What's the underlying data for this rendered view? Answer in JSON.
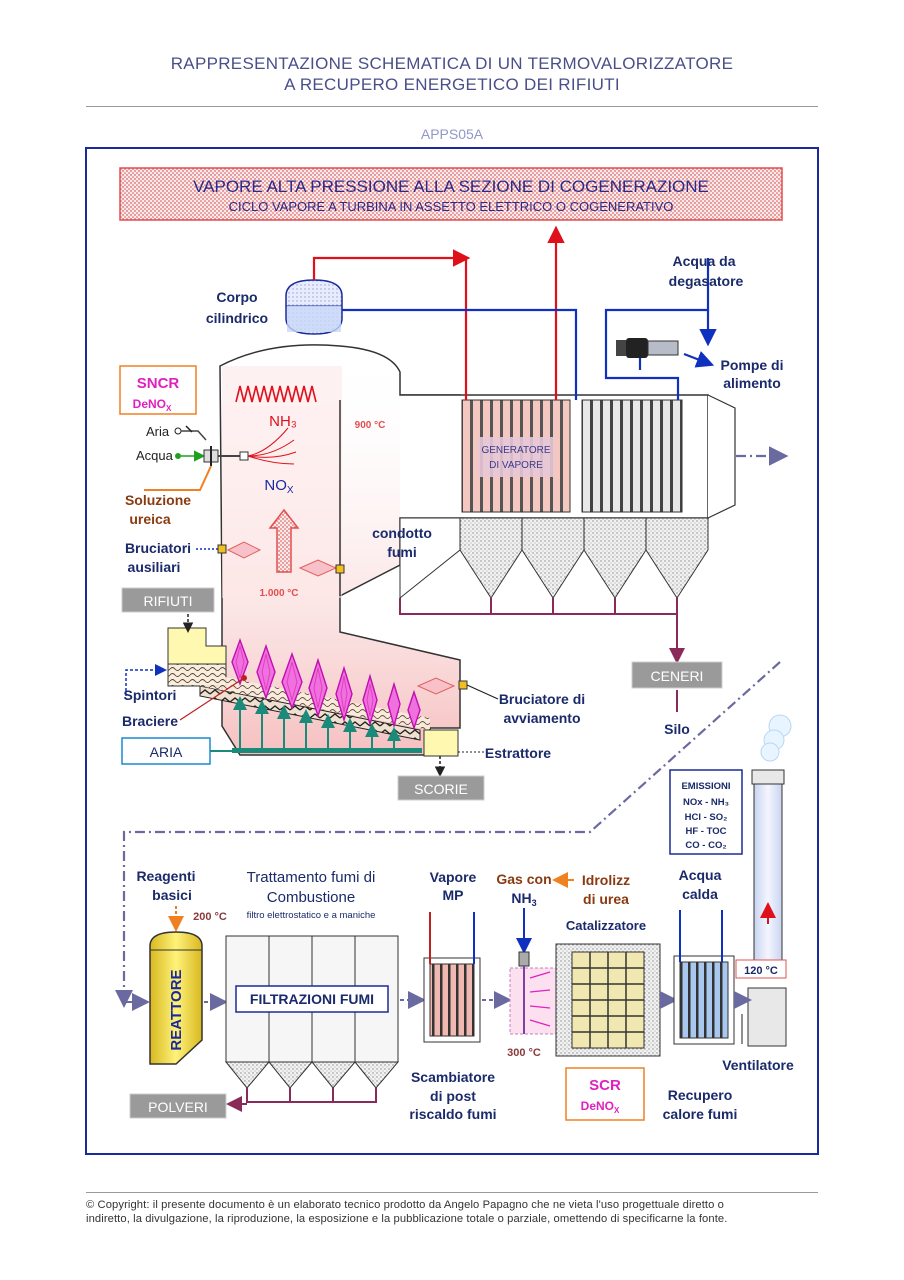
{
  "header": {
    "title_line1": "RAPPRESENTAZIONE SCHEMATICA DI UN TERMOVALORIZZATORE",
    "title_line2": "A RECUPERO ENERGETICO DEI RIFIUTI",
    "code": "APPS05A"
  },
  "banner": {
    "line1": "VAPORE ALTA PRESSIONE ALLA SEZIONE DI COGENERAZIONE",
    "line2": "CICLO VAPORE A TURBINA IN ASSETTO ELETTRICO O COGENERATIVO"
  },
  "labels": {
    "corpo1": "Corpo",
    "corpo2": "cilindrico",
    "acqua_da1": "Acqua da",
    "acqua_da2": "degasatore",
    "pompe1": "Pompe di",
    "pompe2": "alimento",
    "sncr": "SNCR",
    "denox_main": "DeNO",
    "denox_sub": "X",
    "aria_small": "Aria",
    "acqua_small": "Acqua",
    "soluzione1": "Soluzione",
    "soluzione2": "ureica",
    "nh3": "NH₃",
    "nox_main": "NO",
    "nox_sub": "X",
    "temp900": "900 °C",
    "generatore1": "GENERATORE",
    "generatore2": "DI VAPORE",
    "condotto1": "condotto",
    "condotto2": "fumi",
    "bruciatori1": "Bruciatori",
    "bruciatori2": "ausiliari",
    "temp1000": "1.000 °C",
    "rifiuti": "RIFIUTI",
    "ceneri": "CENERI",
    "spintori": "Spintori",
    "braciere": "Braciere",
    "bruciatore_avv1": "Bruciatore di",
    "bruciatore_avv2": "avviamento",
    "silo": "Silo",
    "aria": "ARIA",
    "estrattore": "Estrattore",
    "scorie": "SCORIE",
    "emissioni_title": "EMISSIONI",
    "emissioni_1": "NOx - NH₃",
    "emissioni_2": "HCl - SO₂",
    "emissioni_3": "HF -  TOC",
    "emissioni_4": "CO - CO₂",
    "reagenti1": "Reagenti",
    "reagenti2": "basici",
    "temp200": "200 °C",
    "trattamento1": "Trattamento fumi di",
    "trattamento2": "Combustione",
    "trattamento3": "filtro elettrostatico e a maniche",
    "vapore_mp1": "Vapore",
    "vapore_mp2": "MP",
    "gas_con": "Gas con",
    "gas_nh3": "NH",
    "gas_nh3_sub": "3",
    "idrolizz1": "Idrolizz",
    "idrolizz2": "di urea",
    "catalizzatore": "Catalizzatore",
    "acqua_calda1": "Acqua",
    "acqua_calda2": "calda",
    "temp120": "120 °C",
    "reattore": "REATTORE",
    "filtrazioni": "FILTRAZIONI FUMI",
    "temp300": "300 °C",
    "scr": "SCR",
    "ventilatore": "Ventilatore",
    "polveri": "POLVERI",
    "scambiatore1": "Scambiatore",
    "scambiatore2": "di post",
    "scambiatore3": "riscaldo fumi",
    "recupero1": "Recupero",
    "recupero2": "calore fumi"
  },
  "footer": {
    "copyright_line1": "© Copyright: il presente documento è un elaborato tecnico prodotto da Angelo Papagno che ne vieta l'uso progettuale diretto o",
    "copyright_line2": "indiretto, la divulgazione, la riproduzione, la esposizione e la pubblicazione totale o parziale, omettendo di specificarne la fonte."
  },
  "colors": {
    "title": "#4a4f8a",
    "frame": "#1a2a9a",
    "steam_red": "#e0101a",
    "water_blue": "#1030c0",
    "ash_purple": "#8a2a5a",
    "flame_magenta": "#e020c0",
    "air_teal": "#1a8a7a",
    "reagent_orange": "#f08020",
    "grey_box": "#9a9a9a"
  }
}
